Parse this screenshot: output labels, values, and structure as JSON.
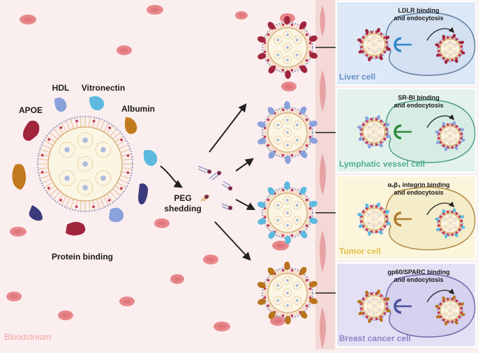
{
  "labels": {
    "hdl": "HDL",
    "vitronectin": "Vitronectin",
    "apoe": "APOE",
    "albumin": "Albumin",
    "protein_binding": "Protein binding",
    "peg_line1": "PEG",
    "peg_line2": "shedding",
    "bloodstream": "Bloodstream"
  },
  "panels": [
    {
      "cell": "Liver cell",
      "binding_line1": "LDLR binding",
      "binding_line2": "and endocytosis",
      "cell_color": "#d3e0f2",
      "cell_stroke": "#5f7c9e",
      "bg": "#dde9f7",
      "label_color": "#6a8fc4",
      "protein_color": "#a0243c",
      "receptor_color": "#2f86c7"
    },
    {
      "cell": "Lymphatic vessel cell",
      "binding_line1": "SR-BI binding",
      "binding_line2": "and endocytosis",
      "cell_color": "#d7ede4",
      "cell_stroke": "#4f9a86",
      "bg": "#e3f3ec",
      "label_color": "#4faf93",
      "protein_color": "#8aa2dc",
      "receptor_color": "#2e8a3a"
    },
    {
      "cell": "Tumor cell",
      "binding_line1": "αᵥβ₃ integrin binding",
      "binding_line2": "and endocytosis",
      "cell_color": "#f5ecc9",
      "cell_stroke": "#b08a45",
      "bg": "#fbf5dc",
      "label_color": "#e2c04a",
      "protein_color": "#5db9e0",
      "receptor_color": "#b07a2e"
    },
    {
      "cell": "Breast cancer cell",
      "binding_line1": "gp60/SPARC binding",
      "binding_line2": "and endocytosis",
      "cell_color": "#d5d1ee",
      "cell_stroke": "#6c67a8",
      "bg": "#e3e0f5",
      "label_color": "#8a86c8",
      "protein_color": "#b8741c",
      "receptor_color": "#4b4f9e"
    }
  ],
  "colors": {
    "apoe": "#a0243c",
    "hdl": "#8aa2dc",
    "vitronectin": "#5db9e0",
    "albumin": "#b8741c",
    "dark_protein": "#3a3a7c",
    "rbc": "#e8888c",
    "vessel_wall": "#e6a2a4"
  }
}
